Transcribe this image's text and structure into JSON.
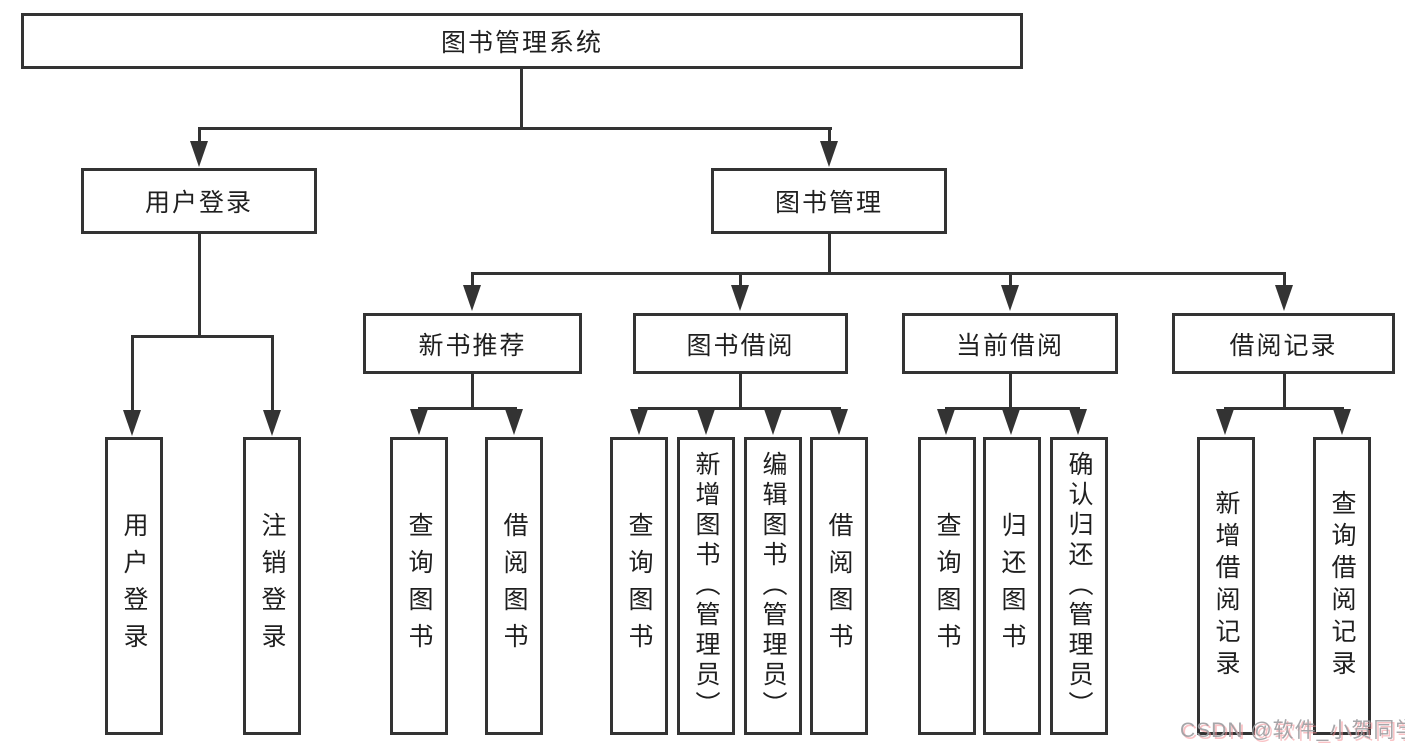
{
  "colors": {
    "line": "#333333",
    "text": "#1f1f1f",
    "background": "#ffffff",
    "watermark_gray": "#9e9ea2",
    "watermark_pink": "#f48f96"
  },
  "tree": {
    "root": {
      "label": "图书管理系统"
    },
    "branches": [
      {
        "label": "用户登录",
        "children": [
          {
            "label": "用户登录"
          },
          {
            "label": "注销登录"
          }
        ]
      },
      {
        "label": "图书管理",
        "sections": [
          {
            "label": "新书推荐",
            "children": [
              {
                "label": "查询图书"
              },
              {
                "label": "借阅图书"
              }
            ]
          },
          {
            "label": "图书借阅",
            "children": [
              {
                "label": "查询图书"
              },
              {
                "label": "新增图书（管理员）"
              },
              {
                "label": "编辑图书（管理员）"
              },
              {
                "label": "借阅图书"
              }
            ]
          },
          {
            "label": "当前借阅",
            "children": [
              {
                "label": "查询图书"
              },
              {
                "label": "归还图书"
              },
              {
                "label": "确认归还（管理员）"
              }
            ]
          },
          {
            "label": "借阅记录",
            "children": [
              {
                "label": "新增借阅记录"
              },
              {
                "label": "查询借阅记录"
              }
            ]
          }
        ]
      }
    ]
  },
  "watermark": {
    "text": "CSDN @软件_小贺同学"
  }
}
